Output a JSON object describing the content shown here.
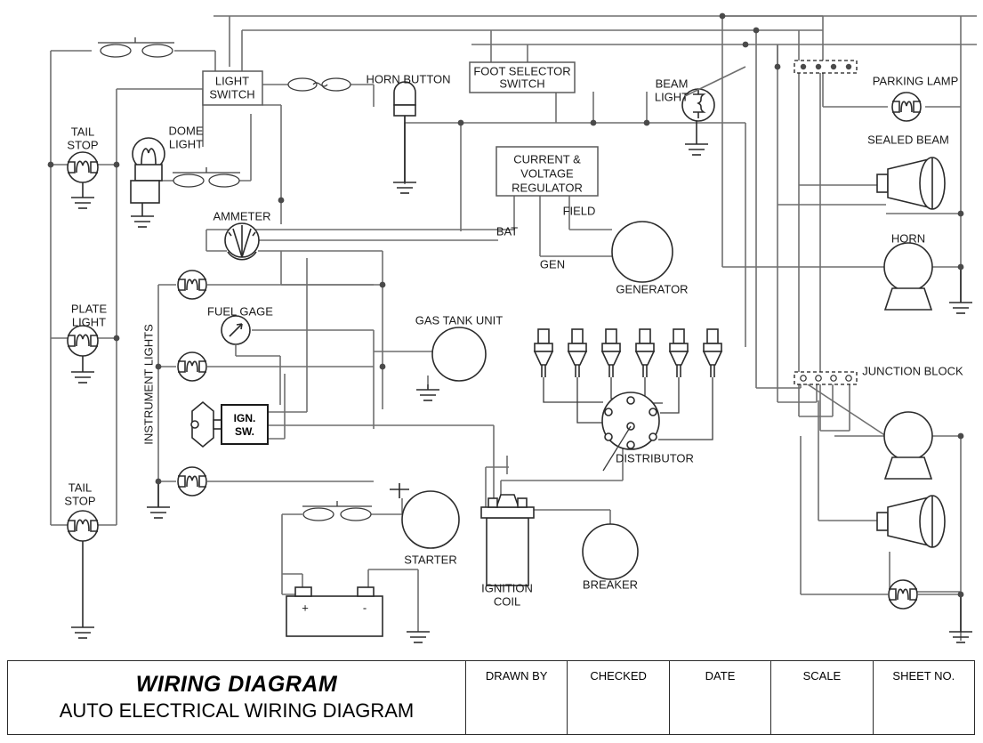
{
  "document": {
    "kind": "engineering-schematic",
    "title": "WIRING DIAGRAM",
    "subtitle": "AUTO ELECTRICAL WIRING DIAGRAM"
  },
  "title_block": {
    "title": "WIRING DIAGRAM",
    "subtitle": "AUTO ELECTRICAL WIRING DIAGRAM",
    "columns": [
      {
        "header": "DRAWN BY",
        "value": ""
      },
      {
        "header": "CHECKED",
        "value": ""
      },
      {
        "header": "DATE",
        "value": ""
      },
      {
        "header": "SCALE",
        "value": ""
      },
      {
        "header": "SHEET NO.",
        "value": ""
      }
    ]
  },
  "colors": {
    "wire": "#6f6f6f",
    "symbol": "#2b2b2b",
    "text": "#1a1a1a",
    "background": "#ffffff"
  },
  "labels": {
    "tail_stop_top": "TAIL\nSTOP",
    "tail_stop_top_l1": "TAIL",
    "tail_stop_top_l2": "STOP",
    "dome_light_l1": "DOME",
    "dome_light_l2": "LIGHT",
    "light_switch_l1": "LIGHT",
    "light_switch_l2": "SWITCH",
    "horn_button": "HORN BUTTON",
    "foot_selector_l1": "FOOT SELECTOR",
    "foot_selector_l2": "SWITCH",
    "beam_light_l1": "BEAM",
    "beam_light_l2": "LIGHT",
    "parking_lamp": "PARKING LAMP",
    "sealed_beam": "SEALED BEAM",
    "regulator_l1": "CURRENT &",
    "regulator_l2": "VOLTAGE",
    "regulator_l3": "REGULATOR",
    "bat": "BAT",
    "field": "FIELD",
    "gen": "GEN",
    "generator": "GENERATOR",
    "horn": "HORN",
    "ammeter": "AMMETER",
    "plate_light_l1": "PLATE",
    "plate_light_l2": "LIGHT",
    "instrument_lights": "INSTRUMENT LIGHTS",
    "fuel_gage": "FUEL GAGE",
    "gas_tank_unit": "GAS TANK UNIT",
    "ign_sw_l1": "IGN.",
    "ign_sw_l2": "SW.",
    "distributor": "DISTRIBUTOR",
    "junction_block": "JUNCTION BLOCK",
    "tail_stop_bottom_l1": "TAIL",
    "tail_stop_bottom_l2": "STOP",
    "starter": "STARTER",
    "ignition_coil_l1": "IGNITION",
    "ignition_coil_l2": "COIL",
    "breaker": "BREAKER",
    "battery_positive": "+",
    "battery_negative": "-"
  },
  "components": [
    {
      "name": "tail-stop-lamp-upper",
      "label": "TAIL STOP",
      "type": "lamp"
    },
    {
      "name": "dome-light",
      "label": "DOME LIGHT",
      "type": "bulb"
    },
    {
      "name": "light-switch",
      "label": "LIGHT SWITCH",
      "type": "box"
    },
    {
      "name": "horn-button",
      "label": "HORN BUTTON",
      "type": "button"
    },
    {
      "name": "foot-selector-switch",
      "label": "FOOT SELECTOR SWITCH",
      "type": "box"
    },
    {
      "name": "beam-light",
      "label": "BEAM LIGHT",
      "type": "indicator"
    },
    {
      "name": "parking-lamp",
      "label": "PARKING LAMP",
      "type": "lamp"
    },
    {
      "name": "sealed-beam-upper",
      "label": "SEALED BEAM",
      "type": "sealed-beam"
    },
    {
      "name": "current-voltage-regulator",
      "label": "CURRENT & VOLTAGE REGULATOR",
      "type": "box"
    },
    {
      "name": "generator",
      "label": "GENERATOR",
      "type": "circle"
    },
    {
      "name": "horn",
      "label": "HORN",
      "type": "horn"
    },
    {
      "name": "ammeter",
      "label": "AMMETER",
      "type": "gauge"
    },
    {
      "name": "plate-light",
      "label": "PLATE LIGHT",
      "type": "lamp"
    },
    {
      "name": "instrument-lights",
      "label": "INSTRUMENT LIGHTS",
      "type": "lamp-group"
    },
    {
      "name": "fuel-gage",
      "label": "FUEL GAGE",
      "type": "gauge"
    },
    {
      "name": "gas-tank-unit",
      "label": "GAS TANK UNIT",
      "type": "circle"
    },
    {
      "name": "ignition-switch",
      "label": "IGN. SW.",
      "type": "box"
    },
    {
      "name": "distributor",
      "label": "DISTRIBUTOR",
      "type": "distributor"
    },
    {
      "name": "junction-block",
      "label": "JUNCTION BLOCK",
      "type": "terminal-strip"
    },
    {
      "name": "tail-stop-lamp-lower",
      "label": "TAIL STOP",
      "type": "lamp"
    },
    {
      "name": "starter",
      "label": "STARTER",
      "type": "circle"
    },
    {
      "name": "ignition-coil",
      "label": "IGNITION COIL",
      "type": "coil"
    },
    {
      "name": "breaker",
      "label": "BREAKER",
      "type": "circle"
    },
    {
      "name": "battery",
      "label": "",
      "type": "battery"
    },
    {
      "name": "spark-plugs",
      "label": "",
      "type": "spark-plug",
      "count": 6
    }
  ]
}
